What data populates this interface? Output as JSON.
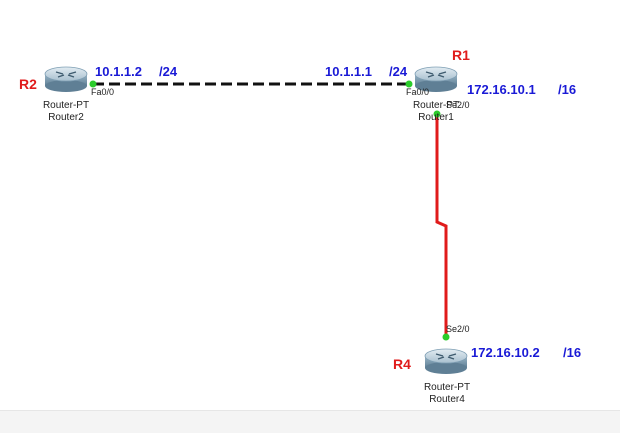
{
  "colors": {
    "ip_text": "#1a1ad6",
    "router_name": "#e01b1b",
    "ethernet_link": "#111111",
    "serial_link": "#e01b1b",
    "link_up": "#2bcc2b",
    "router_body": "#7f9fb4",
    "router_top": "#c5d6e1"
  },
  "routers": {
    "router2": {
      "name": "R2",
      "model": "Router-PT",
      "hostname": "Router2",
      "icon": "router-icon"
    },
    "router1": {
      "name": "R1",
      "model": "Router-PT",
      "hostname": "Router1",
      "icon": "router-icon"
    },
    "router4": {
      "name": "R4",
      "model": "Router-PT",
      "hostname": "Router4",
      "icon": "router-icon"
    }
  },
  "ports": {
    "r2_fa": "Fa0/0",
    "r1_fa": "Fa0/0",
    "r1_se": "Se2/0",
    "r4_se": "Se2/0"
  },
  "ips": {
    "r2_fa_ip": "10.1.1.2",
    "r2_fa_mask": "/24",
    "r1_fa_ip": "10.1.1.1",
    "r1_fa_mask": "/24",
    "r1_se_ip": "172.16.10.1",
    "r1_se_mask": "/16",
    "r4_se_ip": "172.16.10.2",
    "r4_se_mask": "/16"
  }
}
